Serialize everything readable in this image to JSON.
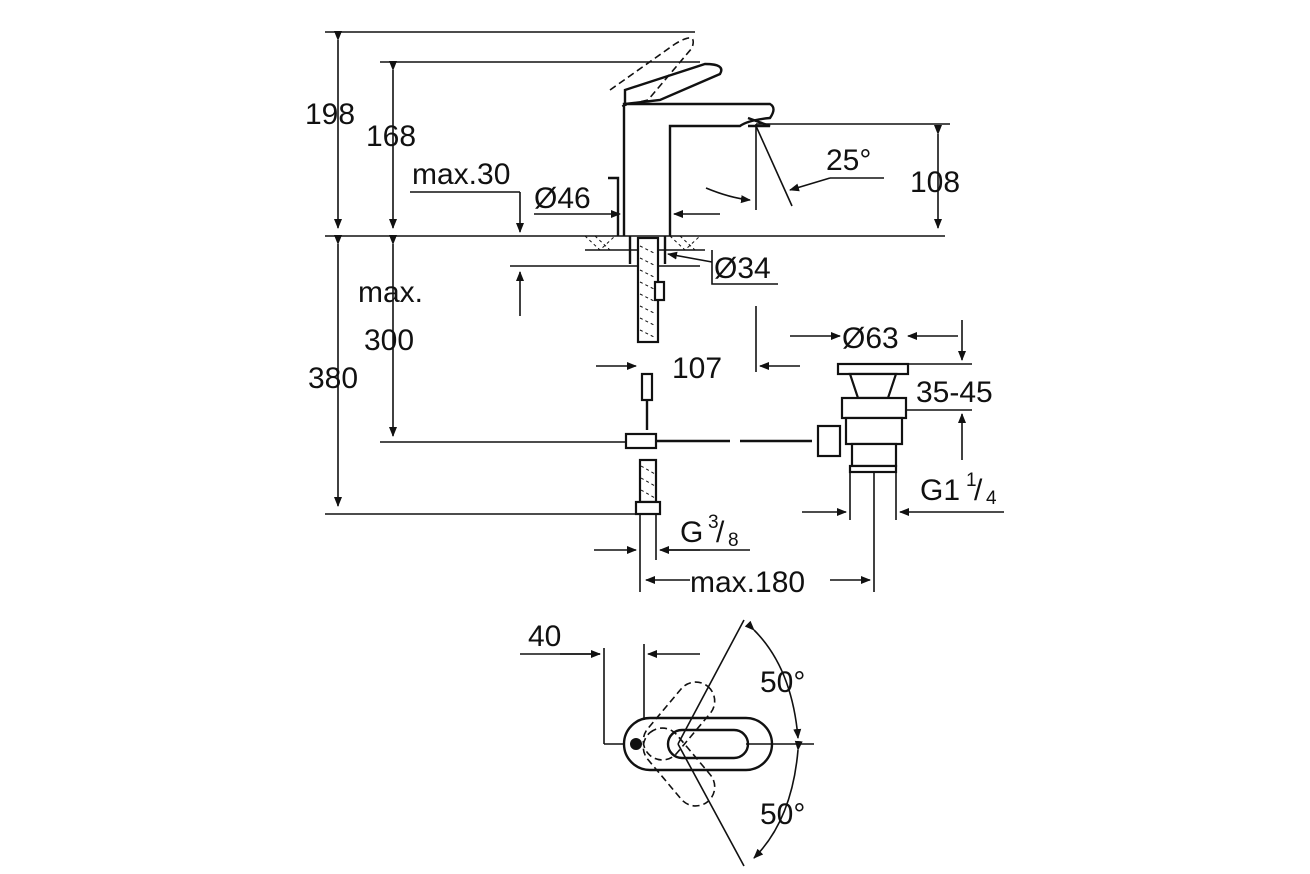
{
  "dimensions": {
    "total_height": "198",
    "lever_height": "168",
    "max_deck": "max.30",
    "body_diameter": "Ø46",
    "hole_diameter": "Ø34",
    "spout_height": "108",
    "spout_angle": "25°",
    "max_label": "max.",
    "hose_300": "300",
    "hose_380": "380",
    "spout_reach": "107",
    "waste_diameter": "Ø63",
    "waste_range": "35-45",
    "waste_thread_main": "G1",
    "waste_thread_num": "1",
    "waste_thread_den": "4",
    "hose_thread_main": "G",
    "hose_thread_num": "3",
    "hose_thread_den": "8",
    "max_180": "max.180",
    "lever_offset": "40",
    "rot_left": "50°",
    "rot_right": "50°"
  },
  "colors": {
    "line": "#111111",
    "background": "#ffffff"
  }
}
